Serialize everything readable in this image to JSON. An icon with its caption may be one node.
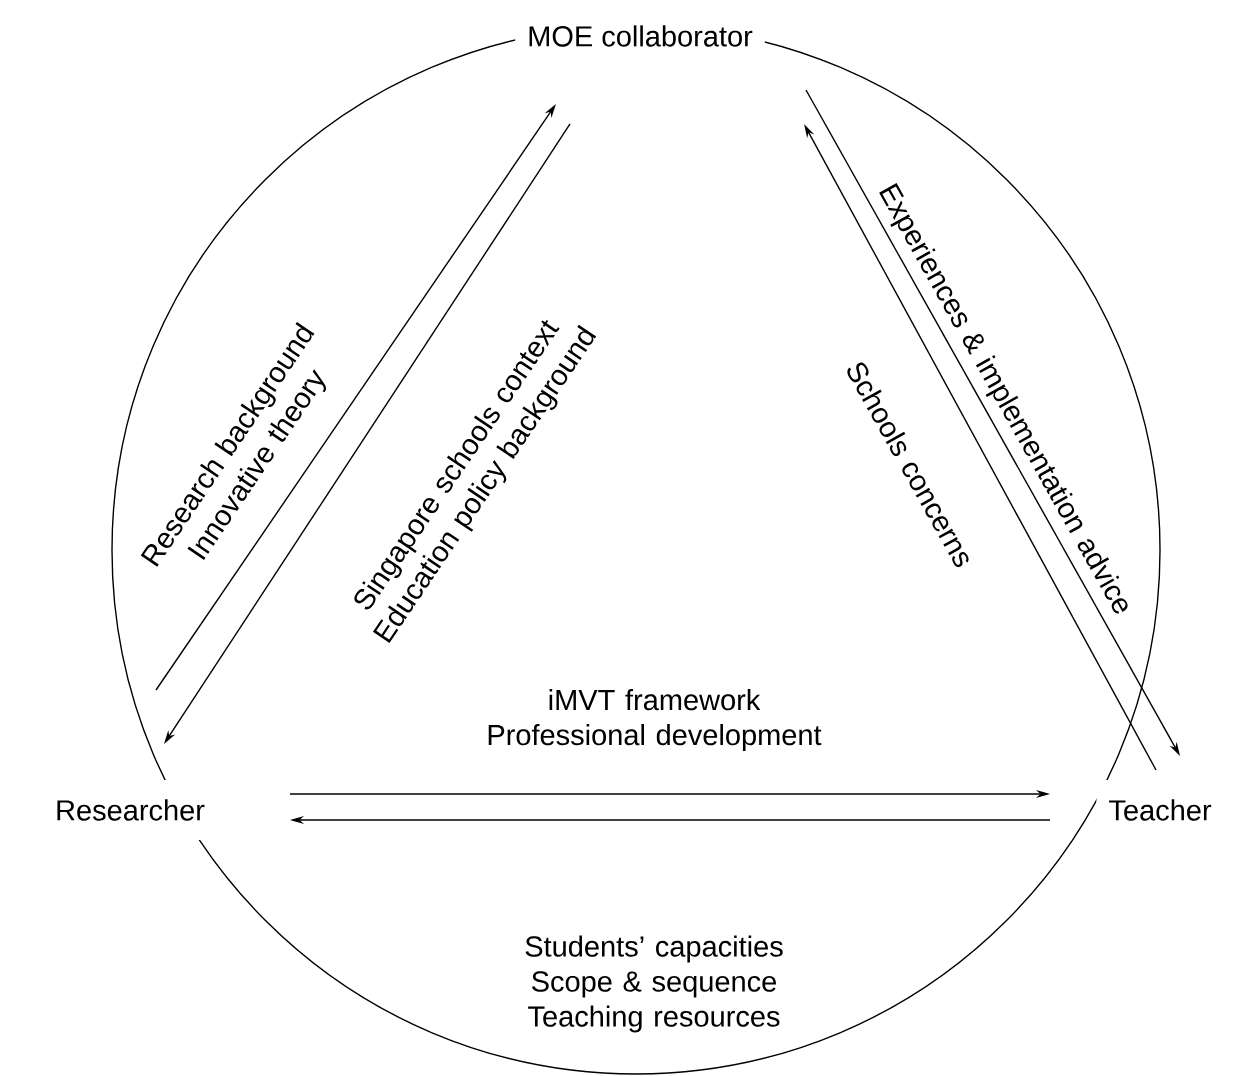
{
  "diagram": {
    "nodes": [
      {
        "text": [
          "Researcher"
        ]
      },
      {
        "text": [
          "MOE collaborator"
        ]
      },
      {
        "text": [
          "Teacher"
        ]
      }
    ],
    "edges": [
      {
        "from": 0,
        "to": 1,
        "arrow": "to",
        "label": "Research background Innovative theory"
      },
      {
        "from": 1,
        "to": 0,
        "arrow": "to",
        "label": "Singapore schools context Education policy background"
      },
      {
        "from": 1,
        "to": 2,
        "arrow": "to",
        "label": "Experiences & implementation advice"
      },
      {
        "from": 2,
        "to": 1,
        "arrow": "to",
        "label": "Schools concerns"
      },
      {
        "from": 0,
        "to": 2,
        "arrow": "to",
        "label": "iMVT framework Professional development"
      },
      {
        "from": 2,
        "to": 0,
        "arrow": "to",
        "label": "Students’ capacities Scope & sequence Teaching resources"
      }
    ]
  }
}
